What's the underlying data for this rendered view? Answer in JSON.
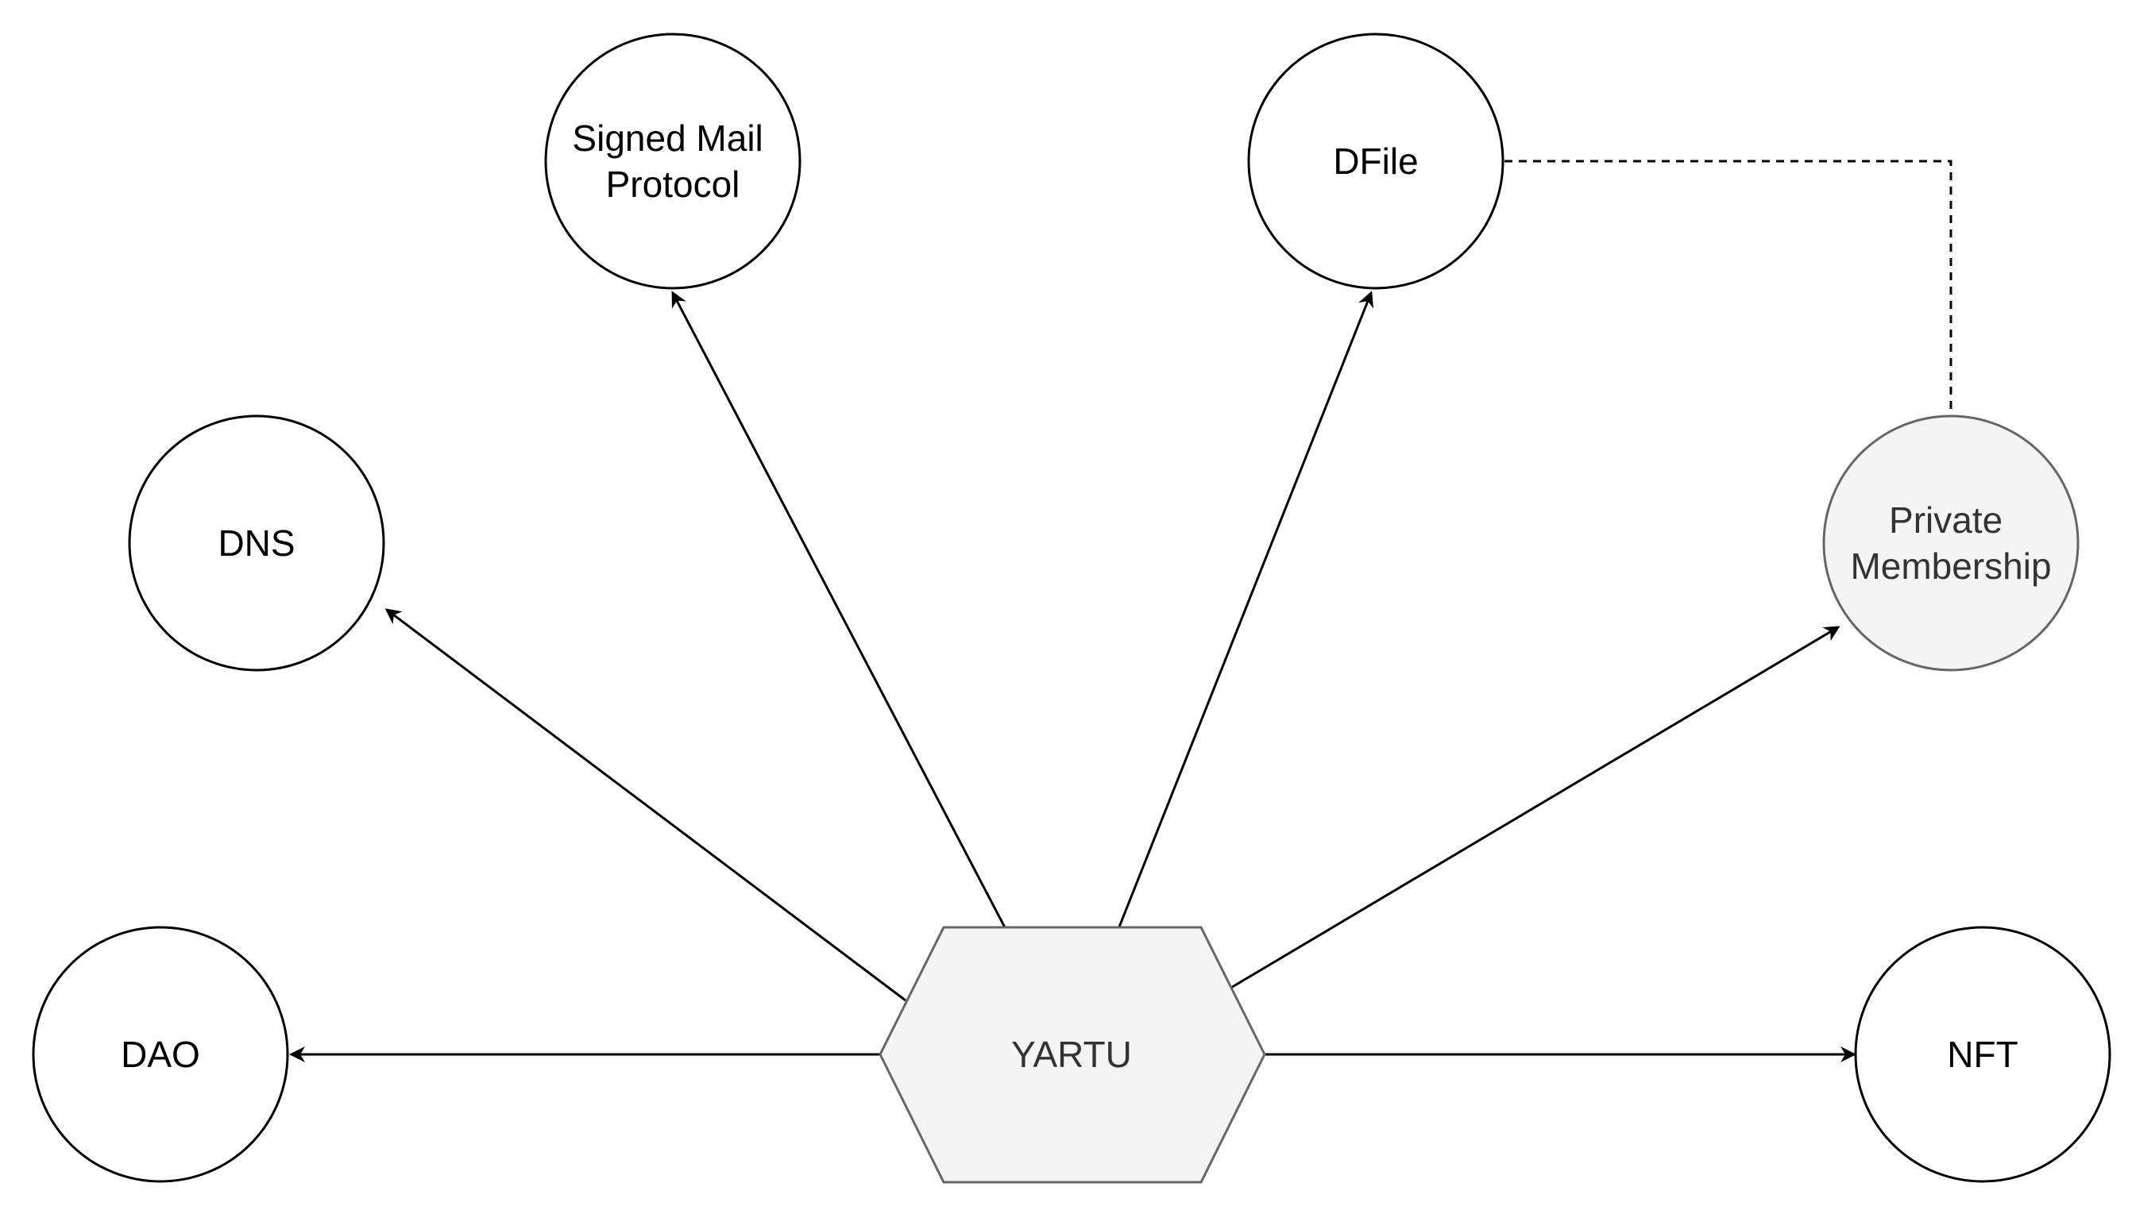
{
  "nodes": {
    "center": {
      "label": "YARTU",
      "fill": "#f4f4f4",
      "stroke": "#666666",
      "text_color": "#333333"
    },
    "signed_mail": {
      "label_line1": "Signed Mail",
      "label_line2": "Protocol",
      "fill": "#ffffff",
      "stroke": "#000000"
    },
    "dfile": {
      "label": "DFile",
      "fill": "#ffffff",
      "stroke": "#000000"
    },
    "dns": {
      "label": "DNS",
      "fill": "#ffffff",
      "stroke": "#000000"
    },
    "private_membership": {
      "label_line1": "Private",
      "label_line2": "Membership",
      "fill": "#f4f4f4",
      "stroke": "#666666",
      "text_color": "#333333"
    },
    "dao": {
      "label": "DAO",
      "fill": "#ffffff",
      "stroke": "#000000"
    },
    "nft": {
      "label": "NFT",
      "fill": "#ffffff",
      "stroke": "#000000"
    }
  },
  "edges": [
    {
      "from": "YARTU",
      "to": "Signed Mail Protocol",
      "style": "solid",
      "arrow": "end"
    },
    {
      "from": "YARTU",
      "to": "DFile",
      "style": "solid",
      "arrow": "end"
    },
    {
      "from": "YARTU",
      "to": "DNS",
      "style": "solid",
      "arrow": "end"
    },
    {
      "from": "YARTU",
      "to": "Private Membership",
      "style": "solid",
      "arrow": "end"
    },
    {
      "from": "YARTU",
      "to": "DAO",
      "style": "solid",
      "arrow": "end"
    },
    {
      "from": "YARTU",
      "to": "NFT",
      "style": "solid",
      "arrow": "end"
    },
    {
      "from": "DFile",
      "to": "Private Membership",
      "style": "dashed",
      "arrow": "none"
    }
  ]
}
